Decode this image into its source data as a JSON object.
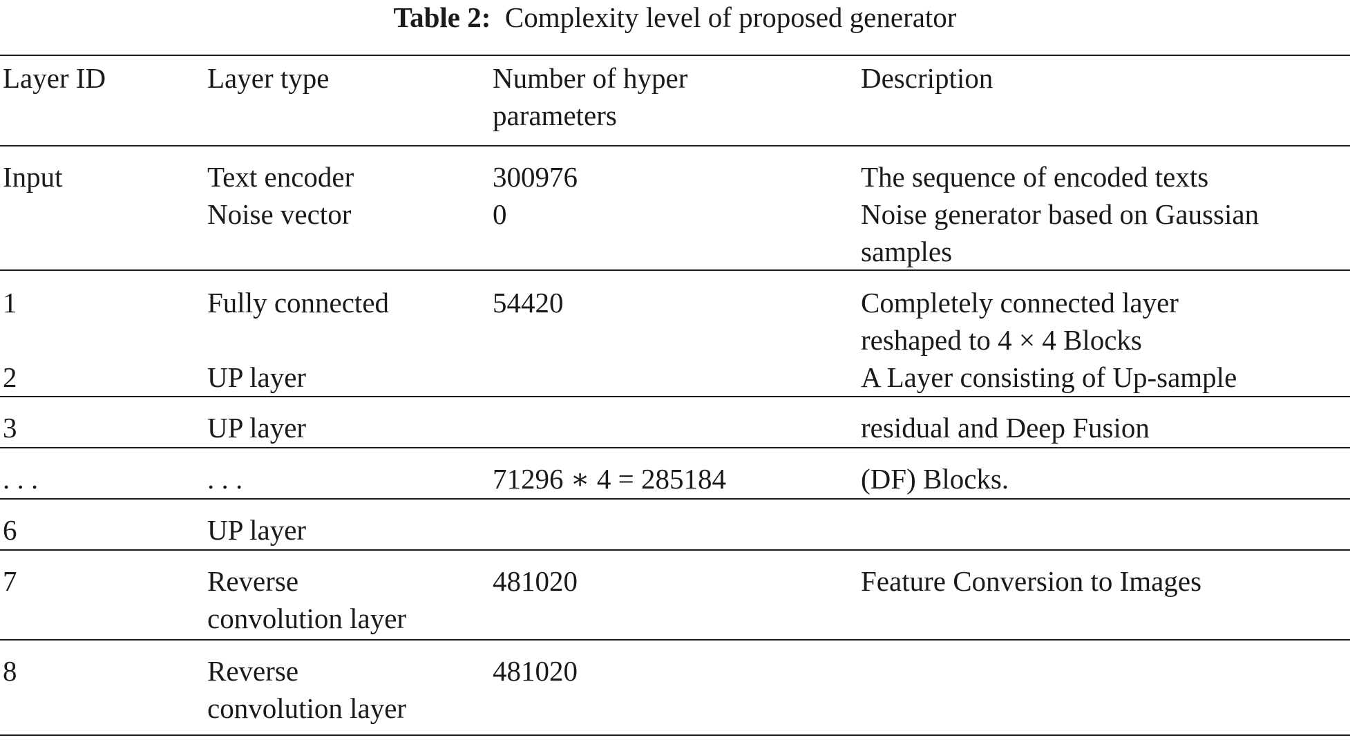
{
  "caption": {
    "label": "Table 2:",
    "text": "Complexity level of proposed generator"
  },
  "headers": {
    "layer_id": "Layer ID",
    "layer_type": "Layer type",
    "hyper_line1": "Number of hyper",
    "hyper_line2": "parameters",
    "description": "Description"
  },
  "rows": {
    "input": {
      "id": "Input",
      "type1": "Text encoder",
      "type2": "Noise vector",
      "params1": "300976",
      "params2": "0",
      "desc1": "The sequence of encoded texts",
      "desc2": "Noise generator based on Gaussian",
      "desc3": "samples"
    },
    "r1": {
      "id": "1",
      "type": "Fully connected",
      "params": "54420",
      "desc1": "Completely connected layer",
      "desc2": "reshaped to 4 × 4 Blocks"
    },
    "r2": {
      "id": "2",
      "type": "UP layer",
      "desc": "A Layer consisting of Up-sample"
    },
    "r3": {
      "id": "3",
      "type": "UP layer",
      "desc": "residual and Deep Fusion"
    },
    "ellipsis": {
      "id": ". . .",
      "type": ". . .",
      "params": "71296 ∗ 4 = 285184",
      "desc": "(DF) Blocks."
    },
    "r6": {
      "id": "6",
      "type": "UP layer"
    },
    "r7": {
      "id": "7",
      "type1": "Reverse",
      "type2": "convolution layer",
      "params": "481020",
      "desc": "Feature Conversion to Images"
    },
    "r8": {
      "id": "8",
      "type1": "Reverse",
      "type2": "convolution layer",
      "params": "481020"
    }
  }
}
